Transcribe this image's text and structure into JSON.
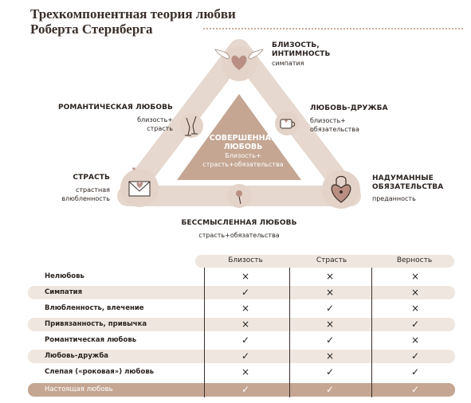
{
  "title": {
    "line1": "Трехкомпонентная теория любви",
    "line2": "Роберта Стернберга"
  },
  "diagram": {
    "center": {
      "title1": "СОВЕРШЕННАЯ",
      "title2": "ЛЮБОВЬ",
      "sub1": "Близость+",
      "sub2": "страсть+обязательства"
    },
    "top": {
      "title1": "БЛИЗОСТЬ,",
      "title2": "ИНТИМНОСТЬ",
      "sub": "симпатия"
    },
    "left_mid": {
      "title": "РОМАНТИЧЕСКАЯ ЛЮБОВЬ",
      "sub1": "близость+",
      "sub2": "страсть"
    },
    "right_mid": {
      "title": "ЛЮБОВЬ-ДРУЖБА",
      "sub1": "близость+",
      "sub2": "обязательства"
    },
    "left_bottom": {
      "title": "СТРАСТЬ",
      "sub1": "страстная",
      "sub2": "влюбленность"
    },
    "right_bottom": {
      "title1": "НАДУМАННЫЕ",
      "title2": "ОБЯЗАТЕЛЬСТВА",
      "sub": "преданность"
    },
    "bottom": {
      "title": "БЕССМЫСЛЕННАЯ ЛЮБОВЬ",
      "sub": "страсть+обязательства"
    },
    "icons": [
      "heart-wings-icon",
      "champagne-glasses-icon",
      "coffee-cup-icon",
      "love-letter-icon",
      "padlock-heart-icon",
      "flower-icon"
    ],
    "colors": {
      "triangle": "#e8dbd2",
      "center": "#c4a692",
      "node": "#e3d3c8"
    }
  },
  "table": {
    "headers": [
      "Близость",
      "Страсть",
      "Верность"
    ],
    "rows": [
      {
        "label": "Нелюбовь",
        "marks": [
          "×",
          "×",
          "×"
        ]
      },
      {
        "label": "Симпатия",
        "marks": [
          "✓",
          "×",
          "×"
        ]
      },
      {
        "label": "Влюбленность, влечение",
        "marks": [
          "×",
          "✓",
          "×"
        ]
      },
      {
        "label": "Привязанность, привычка",
        "marks": [
          "×",
          "×",
          "✓"
        ]
      },
      {
        "label": "Романтическая любовь",
        "marks": [
          "✓",
          "✓",
          "×"
        ]
      },
      {
        "label": "Любовь-дружба",
        "marks": [
          "✓",
          "×",
          "✓"
        ]
      },
      {
        "label": "Слепая («роковая») любовь",
        "marks": [
          "×",
          "✓",
          "✓"
        ]
      },
      {
        "label": "Настоящая любовь",
        "marks": [
          "✓",
          "✓",
          "✓"
        ]
      }
    ]
  }
}
